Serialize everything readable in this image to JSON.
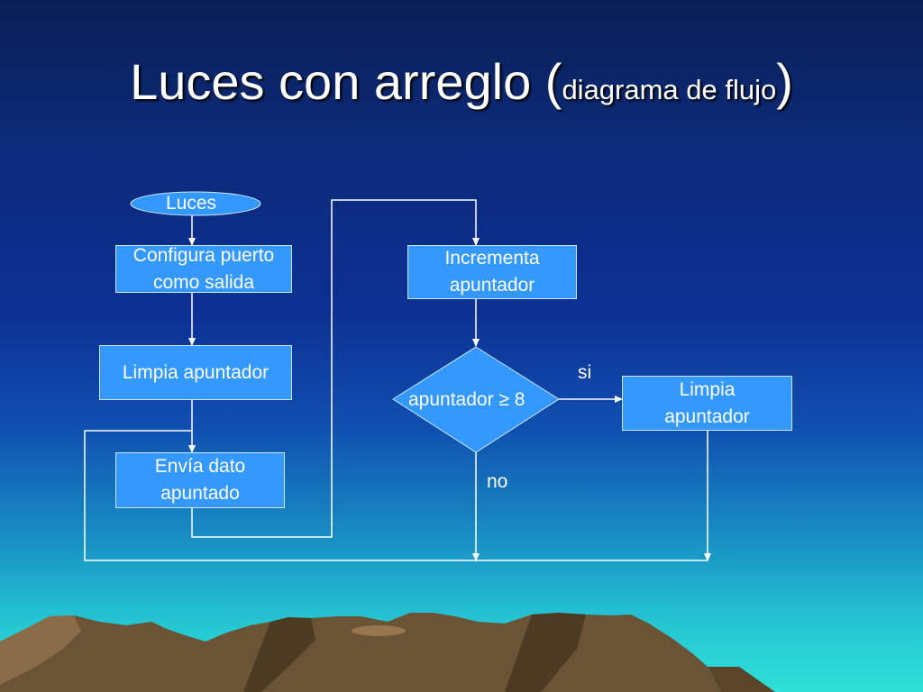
{
  "title": {
    "main": "Luces con arreglo (",
    "sub": "diagrama de flujo",
    "close": ")"
  },
  "nodes": {
    "start": "Luces",
    "config": "Configura puerto como salida",
    "limpia1": "Limpia apuntador",
    "envia": "Envía dato apuntado",
    "incrementa": "Incrementa apuntador",
    "decision": "apuntador ≥ 8",
    "limpia2": "Limpia apuntador"
  },
  "edge_labels": {
    "yes": "si",
    "no": "no"
  },
  "colors": {
    "node_fill": "#3399ff",
    "line": "#ffffff"
  }
}
